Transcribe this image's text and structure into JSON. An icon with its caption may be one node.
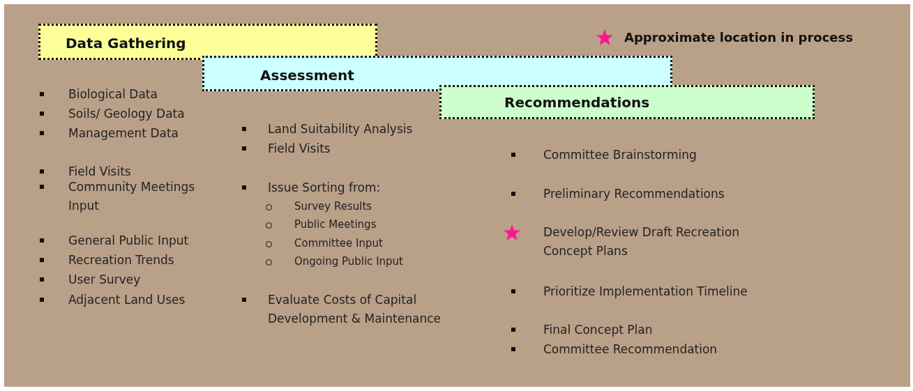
{
  "diagram": {
    "nodes": [
      {
        "text": [
          "Data Gathering"
        ]
      },
      {
        "text": [
          "Assessment"
        ]
      },
      {
        "text": [
          "Recommendations"
        ]
      }
    ],
    "labels": [
      "Biological Data",
      "Soils/ Geology Data",
      "Management Data",
      "Field Visits",
      "Community Meetings Input",
      "General Public Input",
      "Recreation Trends",
      "User Survey",
      "Adjacent Land Uses",
      "Land Suitability Analysis",
      "Field Visits",
      "Issue Sorting from:",
      "Survey Results",
      "Public Meetings",
      "Committee Input",
      "Ongoing Public Input",
      "Evaluate Costs of Capital Development & Maintenance",
      "Committee Brainstorming",
      "Preliminary Recommendations",
      "Develop/Review Draft Recreation Concept Plans",
      "Prioritize Implementation Timeline",
      "Final Concept Plan",
      "Committee Recommendation"
    ],
    "legend": [
      {
        "text": "Approximate location in process"
      }
    ]
  }
}
